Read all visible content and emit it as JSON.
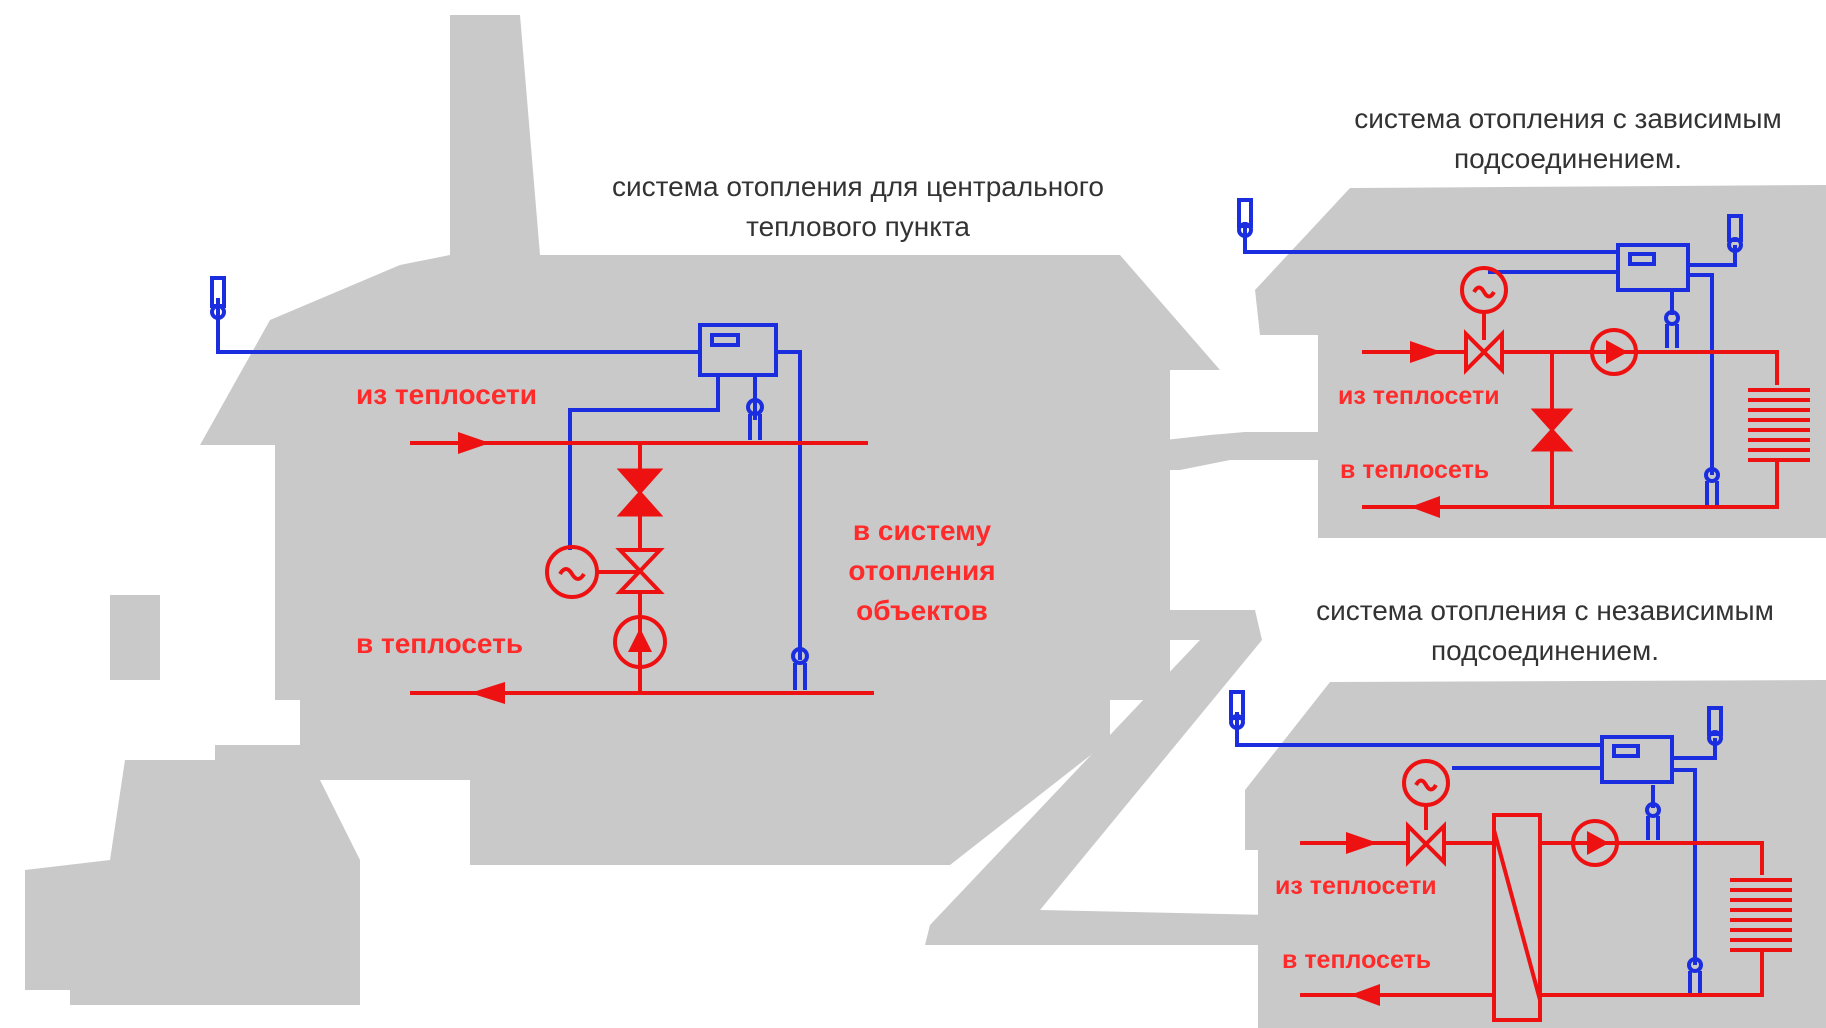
{
  "colors": {
    "building": "#c9c9c9",
    "hot_line": "#ee1111",
    "control_line": "#1a2ee0",
    "label_text": "#ff2a2a",
    "caption_text": "#333333"
  },
  "central": {
    "caption_line1": "система отопления  для центрального",
    "caption_line2": "теплового пункта",
    "from_network": "из теплосети",
    "to_network": "в теплосеть",
    "to_objects_line1": "в систему",
    "to_objects_line2": "отопления",
    "to_objects_line3": "объектов"
  },
  "dependent": {
    "caption_line1": "система отопления с зависимым",
    "caption_line2": "подсоединением.",
    "from_network": "из теплосети",
    "to_network": "в теплосеть"
  },
  "independent": {
    "caption_line1": "система отопления с независимым",
    "caption_line2": "подсоединением.",
    "from_network": "из теплосети",
    "to_network": "в теплосеть"
  },
  "icons": {
    "controller": "controller-icon",
    "sensor": "temperature-sensor-icon",
    "actuator": "actuator-motor-icon",
    "valve": "valve-icon",
    "pump": "pump-icon",
    "radiator": "radiator-icon",
    "heat_exchanger": "heat-exchanger-icon"
  }
}
